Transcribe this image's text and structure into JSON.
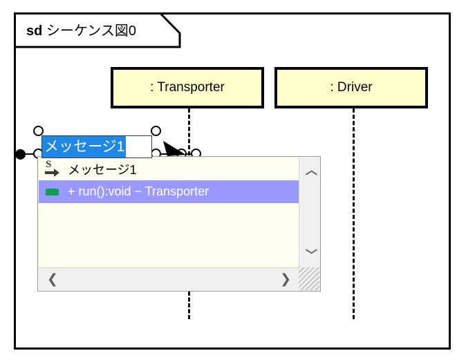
{
  "diagram": {
    "frame_label_keyword": "sd",
    "frame_label_name": "シーケンス図0",
    "frame_border_color": "#000000",
    "background_color": "#ffffff"
  },
  "lifelines": [
    {
      "name": ": Transporter",
      "fill_color": "#ffffcc",
      "border_color": "#000000"
    },
    {
      "name": ": Driver",
      "fill_color": "#ffffcc",
      "border_color": "#000000"
    }
  ],
  "message_edit": {
    "value": "メッセージ1",
    "selection_color": "#1f87e5",
    "selection_text_color": "#ffffff",
    "field_background": "#ffffff"
  },
  "completion_popup": {
    "background": "#fffff0",
    "selected_color": "#9999ff",
    "items": [
      {
        "label": "メッセージ1",
        "icon": "message-signal-icon",
        "selected": false
      },
      {
        "label": "+ run():void − Transporter",
        "icon": "operation-green-icon",
        "selected": true
      }
    ],
    "scrollbar": {
      "up_arrow": "︿",
      "down_arrow": "﹀",
      "left_arrow": "❮",
      "right_arrow": "❯"
    }
  },
  "cursor": {
    "type": "arrow-pointer"
  }
}
